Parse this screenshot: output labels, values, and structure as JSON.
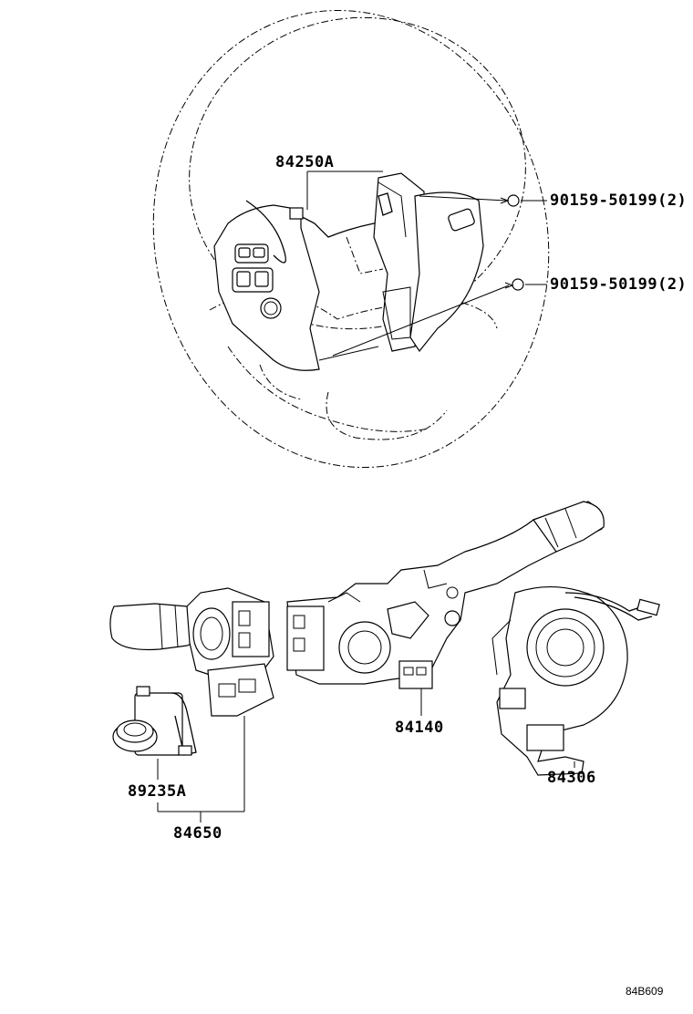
{
  "diagram": {
    "labels": {
      "steering_switch": "84250A",
      "screw_upper": "90159-50199(2)",
      "screw_lower": "90159-50199(2)",
      "combination_switch": "84140",
      "spiral_cable": "84306",
      "switch_sub": "89235A",
      "wiper_switch": "84650"
    },
    "reference_code": "84B609"
  }
}
